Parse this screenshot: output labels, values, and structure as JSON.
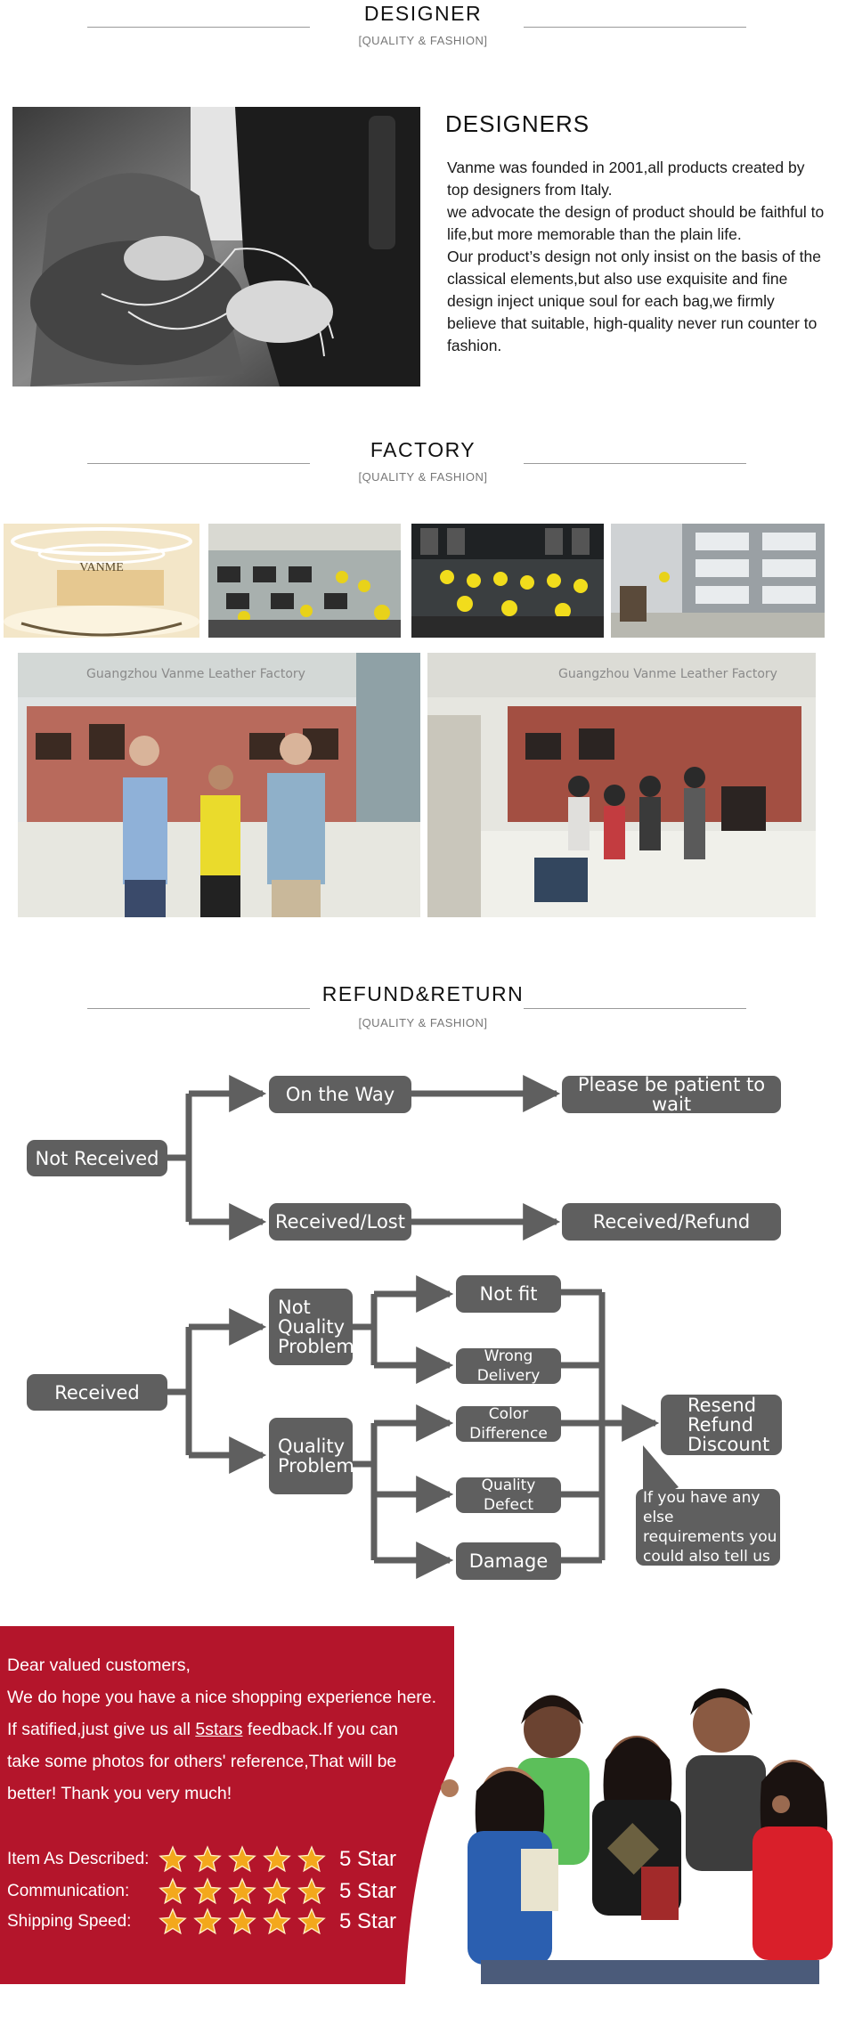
{
  "sections": {
    "designer": {
      "title": "DESIGNER",
      "subtitle": "[QUALITY & FASHION]"
    },
    "factory": {
      "title": "FACTORY",
      "subtitle": "[QUALITY & FASHION]"
    },
    "refund": {
      "title": "REFUND&RETURN",
      "subtitle": "[QUALITY & FASHION]"
    }
  },
  "designers": {
    "heading": "DESIGNERS",
    "paragraphs": [
      "Vanme was founded in 2001,all products created by top designers from Italy.",
      "we advocate the design of product should be faithful to life,but more memorable than the plain life.",
      "Our product’s design not only insist on the basis of the classical elements,but also use exquisite and fine design inject unique soul for each bag,we firmly believe that suitable, high-quality never run counter to fashion."
    ]
  },
  "factory": {
    "reception_sign": "VANME",
    "booth_sign_1": "Guangzhou Vanme Leather Factory",
    "booth_sign_2": "Guangzhou Vanme Leather Factory"
  },
  "flow": {
    "not_received": "Not Received",
    "on_the_way": "On the Way",
    "patient": "Please be patient to wait",
    "received_lost": "Received/Lost",
    "received_refund": "Received/Refund",
    "received": "Received",
    "not_quality": [
      "Not",
      "Quality",
      "Problem"
    ],
    "quality": [
      "Quality",
      "Problem"
    ],
    "not_fit": "Not fit",
    "wrong_delivery": "Wrong Delivery",
    "color_difference": "Color Difference",
    "quality_defect": "Quality Defect",
    "damage": "Damage",
    "resend": [
      "Resend",
      "Refund",
      "Discount"
    ],
    "note": [
      "If you have any else",
      "requirements you",
      "could also tell us"
    ]
  },
  "feedback": {
    "greeting": "Dear valued customers,",
    "line1": "We do hope you have a nice shopping experience here.",
    "line2_pre": "If satified,just give us all ",
    "line2_link": "5stars",
    "line2_post": " feedback.If you can",
    "line3": "take some photos for others' reference,That will be",
    "line4": "better! Thank you very much!",
    "ratings": [
      {
        "label": "Item As Described:",
        "stars": 5,
        "value": "5 Star"
      },
      {
        "label": "Communication:",
        "stars": 5,
        "value": "5 Star"
      },
      {
        "label": "Shipping Speed:",
        "stars": 5,
        "value": "5 Star"
      }
    ]
  },
  "colors": {
    "box": "#5f5f5f",
    "arrow": "#5f5f5f",
    "feedback_bg": "#b4152b",
    "star": "#f3a81c"
  }
}
